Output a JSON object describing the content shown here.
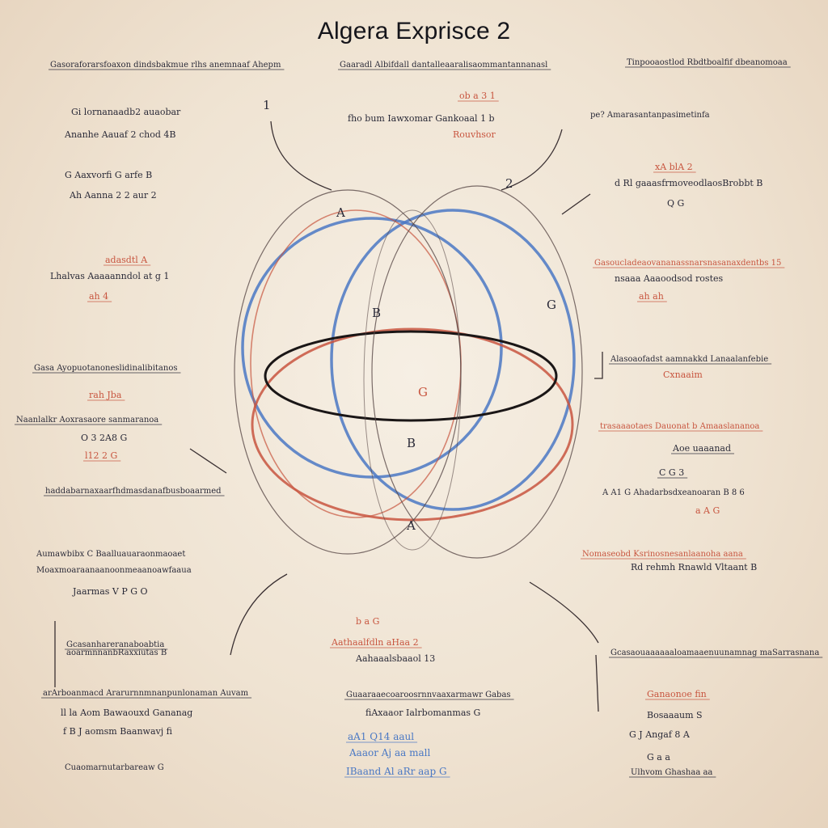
{
  "title": "Algera Exprisce 2",
  "colors": {
    "background": "#f2e8da",
    "ink": "#2a2a38",
    "blue": "#4a78c4",
    "red": "#c8553f",
    "black": "#1a1616",
    "thin": "#5a4a48"
  },
  "notes": [
    {
      "text": "Gasoraforarsfoaxon dindsbakmue rlhs anemnaaf Ahepm",
      "color": "ink"
    },
    {
      "text": "Gaaradl Albifdall dantalleaaralisaommantannanasl",
      "color": "ink"
    },
    {
      "text": "Tinpooaostlod Rbdtboalfif dbeanomoaa",
      "color": "ink"
    },
    {
      "text": "Gi lornanaadb2 auaobar",
      "color": "ink"
    },
    {
      "text": "Ananhe Aauaf 2 chod 4B",
      "color": "ink"
    },
    {
      "text": "ob a 3 1",
      "color": "red"
    },
    {
      "text": "fho bum Iawxomar Gankoaal 1 b",
      "color": "ink"
    },
    {
      "text": "Rouvhsor",
      "color": "red"
    },
    {
      "text": "pe? Amarasantanpasimetinfa",
      "color": "ink"
    },
    {
      "text": "G Aaxvorfi G arfe B",
      "color": "ink"
    },
    {
      "text": "Ah Aanna 2 2 aur 2",
      "color": "ink"
    },
    {
      "text": "xA blA 2",
      "color": "red"
    },
    {
      "text": "d Rl gaaasfrmoveodlaosBrobbt B",
      "color": "ink"
    },
    {
      "text": "Q G",
      "color": "ink"
    },
    {
      "text": "adasdtl A",
      "color": "red"
    },
    {
      "text": "Lhalvas Aaaaanndol at g 1",
      "color": "ink"
    },
    {
      "text": "ah 4",
      "color": "red"
    },
    {
      "text": "Gasoucladeaovananassnarsnasanaxdentbs 15",
      "color": "red"
    },
    {
      "text": "nsaaa Aaaoodsod rostes",
      "color": "ink"
    },
    {
      "text": "ah ah",
      "color": "red"
    },
    {
      "text": "Gasa Ayopuotanoneslidinalibitanos",
      "color": "ink"
    },
    {
      "text": "rah Jba",
      "color": "red"
    },
    {
      "text": "Alasoaofadst aamnakkd Lanaalanfebie",
      "color": "ink"
    },
    {
      "text": "Cxnaaim",
      "color": "red"
    },
    {
      "text": "Naanlalkr Aoxrasaore sanmaranoa",
      "color": "ink"
    },
    {
      "text": "O 3 2A8 G",
      "color": "ink"
    },
    {
      "text": "l12 2 G",
      "color": "red"
    },
    {
      "text": "trasaaaotaes Dauonat b Amaaslananoa",
      "color": "red"
    },
    {
      "text": "Aoe uaaanad",
      "color": "ink"
    },
    {
      "text": "C G 3",
      "color": "ink"
    },
    {
      "text": "haddabarnaxaarfhdmasdanafbusboaarmed",
      "color": "ink"
    },
    {
      "text": "A A1 G Ahadarbsdxeanoaran B 8 6",
      "color": "ink"
    },
    {
      "text": "a A G",
      "color": "red"
    },
    {
      "text": "Aumawbibx C Baalluauaraonmaoaet",
      "color": "ink"
    },
    {
      "text": "Moaxmoaraanaanoonmeaanoawfaaua",
      "color": "ink"
    },
    {
      "text": "Jaarmas V P G O",
      "color": "ink"
    },
    {
      "text": "Nomaseobd Ksrinosnesanlaanoha aana",
      "color": "red"
    },
    {
      "text": "Rd rehmh Rnawld Vltaant B",
      "color": "ink"
    },
    {
      "text": "Gcasanhareranaboabtia",
      "color": "ink"
    },
    {
      "text": "aoarmnnanbRaxxiutas B",
      "color": "ink"
    },
    {
      "text": "arArboanmacd Ararurnnmnanpunlonaman Auvam",
      "color": "ink"
    },
    {
      "text": "ll la Aom Bawaouxd Gananag",
      "color": "ink"
    },
    {
      "text": "f B J aomsm Baanwavj fi",
      "color": "ink"
    },
    {
      "text": "Cuaomarnutarbareaw G",
      "color": "ink"
    },
    {
      "text": "b a G",
      "color": "red"
    },
    {
      "text": "Aathaalfdln aHaa 2",
      "color": "red"
    },
    {
      "text": "Aahaaalsbaaol 13",
      "color": "ink"
    },
    {
      "text": "Guaaraaecoaroosrnnvaaxarmawr Gabas",
      "color": "ink"
    },
    {
      "text": "fiAxaaor Ialrbomanmas G",
      "color": "ink"
    },
    {
      "text": "aA1 Q14 aaul",
      "color": "blue"
    },
    {
      "text": "Aaaor Aj aa mall",
      "color": "blue"
    },
    {
      "text": "IBaand Al aRr aap G",
      "color": "blue"
    },
    {
      "text": "Gcasaouaaaaaaloamaaenuunamnag maSarrasnana",
      "color": "ink"
    },
    {
      "text": "Ganaonoe fin",
      "color": "red"
    },
    {
      "text": "Bosaaaum S",
      "color": "ink"
    },
    {
      "text": "G J Angaf 8 A",
      "color": "ink"
    },
    {
      "text": "G a a",
      "color": "ink"
    },
    {
      "text": "Ulhvom Ghashaa aa",
      "color": "ink"
    }
  ]
}
